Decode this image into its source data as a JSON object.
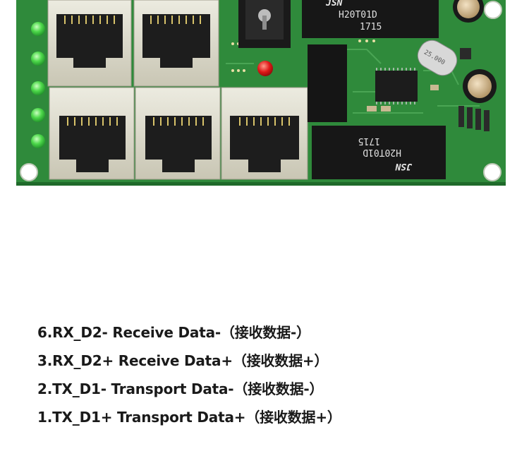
{
  "board": {
    "brand": "JSN",
    "top_transformer": {
      "part_number": "H20T01D",
      "date_code": "1715"
    },
    "bottom_transformer": {
      "part_number": "H20T01D",
      "date_code": "1715"
    },
    "crystal_marking": "25.000",
    "colors": {
      "pcb": "#2f8a3b",
      "jack_metal": "#d9d7c8",
      "led_green": "#4dd84a",
      "led_red": "#e01818"
    }
  },
  "pins": [
    "6.RX_D2- Receive Data-（接收数据-）",
    "3.RX_D2+ Receive Data+（接收数据+）",
    "2.TX_D1- Transport Data-（接收数据-）",
    "1.TX_D1+ Transport Data+（接收数据+）"
  ]
}
